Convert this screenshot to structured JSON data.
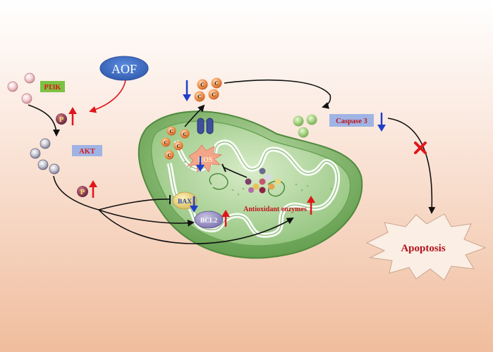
{
  "labels": {
    "aof": "AOF",
    "pi3k": "PI3K",
    "akt": "AKT",
    "p1": "P",
    "p2": "P",
    "caspase3": "Caspase 3",
    "ros": "ROS",
    "bax": "BAX",
    "bcl2": "BCL2",
    "antioxidant": "Antioxidant enzymes",
    "apoptosis": "Apoptosis",
    "cyt_c": "C"
  },
  "colors": {
    "bg_top": "#ffffff",
    "bg_bottom": "#f2c1a2",
    "aof_fill": "#3f6fc4",
    "pi3k_fill": "#7cc243",
    "akt_fill": "#9fb4e4",
    "caspase_fill": "#9fb4e4",
    "up_arrow": "#e0161b",
    "down_arrow": "#1f3fc8",
    "mito_outer": "#6ea75a",
    "mito_inner": "#8dc07a",
    "cyt_c_fill": "#f08a3c",
    "inhibit_x": "#e0161b"
  },
  "icons": {
    "up": "red-up-arrow",
    "down": "blue-down-arrow",
    "block": "red-x"
  }
}
